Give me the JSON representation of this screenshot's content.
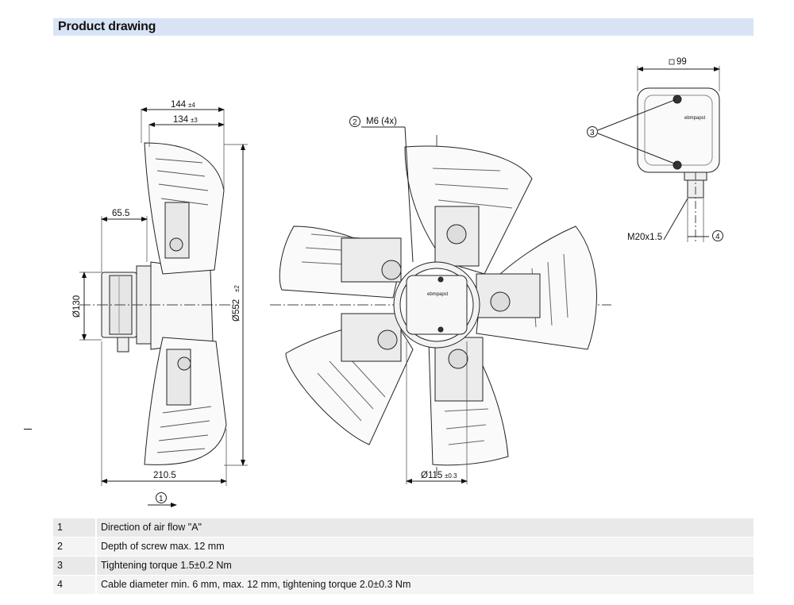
{
  "header": {
    "title": "Product drawing"
  },
  "side_view": {
    "dim_144": "144",
    "dim_144_tol": "±4",
    "dim_134": "134",
    "dim_134_tol": "±3",
    "dim_65_5": "65.5",
    "dim_130": "Ø130",
    "dim_552": "Ø552",
    "dim_552_tol": "±2",
    "dim_210_5": "210.5",
    "callout_1": "1"
  },
  "front_view": {
    "callout_2": "2",
    "thread": "M6 (4x)",
    "dim_115": "Ø115",
    "dim_115_tol": "±0.3",
    "brand": "ebmpapst"
  },
  "box_view": {
    "dim_99": "99",
    "callout_3": "3",
    "callout_4": "4",
    "cable_thread": "M20x1.5",
    "brand": "ebmpapst"
  },
  "legend": [
    {
      "num": "1",
      "text": "Direction of air flow \"A\""
    },
    {
      "num": "2",
      "text": "Depth of screw max. 12 mm"
    },
    {
      "num": "3",
      "text": "Tightening torque 1.5±0.2 Nm"
    },
    {
      "num": "4",
      "text": "Cable diameter min. 6 mm, max. 12 mm, tightening torque 2.0±0.3 Nm"
    }
  ]
}
